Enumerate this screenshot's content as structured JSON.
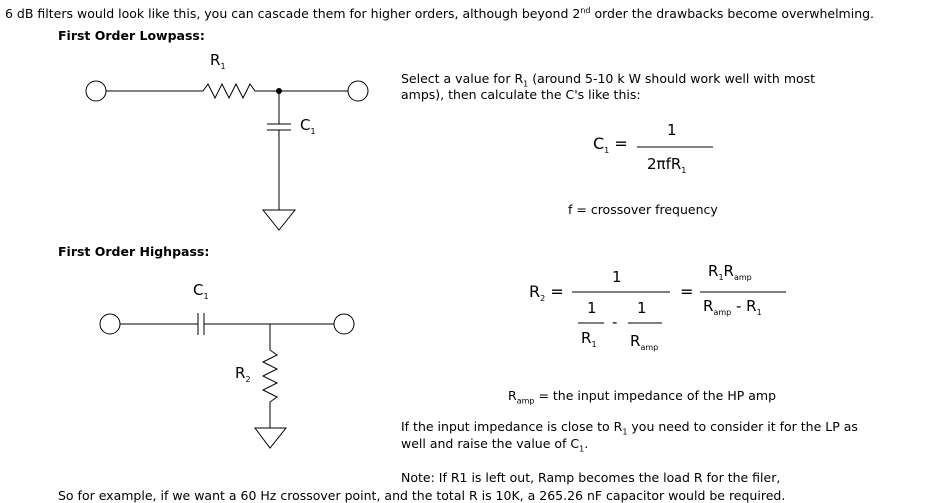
{
  "intro": {
    "before_sup": "6 dB filters would look like this, you can cascade them for higher orders, although beyond 2",
    "sup": "nd",
    "after_sup": " order the drawbacks become overwhelming."
  },
  "lowpass": {
    "heading": "First Order Lowpass:",
    "r_label": "R",
    "r_sub": "1",
    "c_label": "C",
    "c_sub": "1",
    "description_line1_a": "Select a value for R",
    "description_line1_sub": "1",
    "description_line1_b": " (around 5-10 k W should work well with most",
    "description_line2": "amps), then calculate the C's like this:",
    "formula": {
      "lhs": "C",
      "lhs_sub": "1",
      "equals": "=",
      "numerator": "1",
      "denominator": "2πfR",
      "denominator_sub": "1"
    },
    "f_note": "f = crossover frequency"
  },
  "highpass": {
    "heading": "First Order Highpass:",
    "c_label": "C",
    "c_sub": "1",
    "r_label": "R",
    "r_sub": "2",
    "formula": {
      "lhs": "R",
      "lhs_sub": "2",
      "equals": "=",
      "numerator": "1",
      "inner_left_num": "1",
      "inner_left_den": "R",
      "inner_left_den_sub": "1",
      "minus": "-",
      "inner_right_num": "1",
      "inner_right_den": "R",
      "inner_right_den_sub": "amp",
      "equals2": "=",
      "rhs_num_a": "R",
      "rhs_num_a_sub": "1",
      "rhs_num_b": "R",
      "rhs_num_b_sub": "amp",
      "rhs_den_a": "R",
      "rhs_den_a_sub": "amp",
      "rhs_den_minus": " - R",
      "rhs_den_b_sub": "1"
    },
    "ramp_note_main": "R",
    "ramp_note_sub": "amp",
    "ramp_note_rest": " = the input impedance of the HP amp",
    "impedance_line1_a": "If the input impedance is close to R",
    "impedance_line1_sub": "1",
    "impedance_line1_b": " you need to consider it for the LP as",
    "impedance_line2_a": "well and raise the value of C",
    "impedance_line2_sub": "1",
    "impedance_line2_b": ".",
    "note": "Note: If R1 is left out, Ramp becomes the load R for the filer,"
  },
  "footer": "So for example, if we want a 60 Hz crossover point, and the total R is 10K, a 265.26 nF capacitor would be required."
}
